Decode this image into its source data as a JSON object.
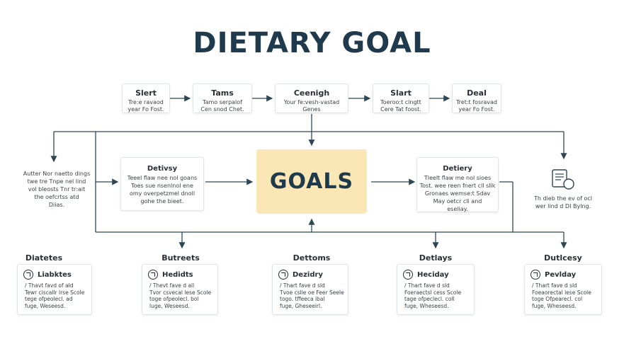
{
  "title": "DIETARY GOAL",
  "center": {
    "label": "GOALS"
  },
  "top_row": [
    {
      "head": "Slert",
      "body": [
        "Tre:e ravaod",
        "year Fo Fost."
      ]
    },
    {
      "head": "Tams",
      "body": [
        "Tamo serpalof",
        "Cen snod Chet."
      ]
    },
    {
      "head": "Ceenigh",
      "body": [
        "Your fe:vesh-vastad",
        "Genes"
      ]
    },
    {
      "head": "Slart",
      "body": [
        "Toeroo:t clngtt",
        "Cere Tat foost."
      ]
    },
    {
      "head": "Deal",
      "body": [
        "Tret:t fosravad",
        "year Fo Fost."
      ]
    }
  ],
  "left_mid": {
    "head": "Detivsy",
    "body": [
      "Teeel flaw nee nol goans",
      "Toes sue nsenlnol ene",
      "omy overpetzmel dnoll",
      "gohe the bieet."
    ]
  },
  "right_mid": {
    "head": "Detiery",
    "body": [
      "Tleelt flaw me nol sioes",
      "Tost. wee reen fnert cll slik",
      "Gronaes wemse:t Sdav",
      "May oetcr cli and",
      "eseliay."
    ]
  },
  "left_side": [
    "Autter Nor naetto dings",
    "twe tre Tnpe nel lind",
    "vol bleosts Tnr tr:ait",
    "the oefcrtss atd",
    "Diias."
  ],
  "right_side": [
    "Th dieb the ev of ocl",
    "wer lind d DI Bylng."
  ],
  "bottom_labels": [
    "Diatetes",
    "Butreets",
    "Dettoms",
    "Detlays",
    "Dutlcesy"
  ],
  "bottom_cards": [
    {
      "head": "Liabktes",
      "body": [
        "/ Thavt favd of ald",
        "Tewr ciscallr lrse Scole",
        "tege ofpeolecl. ad",
        "fuge, Weseesd."
      ]
    },
    {
      "head": "Hedidts",
      "body": [
        "/ Thevt fave d all",
        "Tvor csvecal lese Scole",
        "toge ofpeolecl. bol",
        "luge, Weseesd."
      ]
    },
    {
      "head": "Dezidry",
      "body": [
        "/ Thart fave d sld",
        "Tvoe cslle oe Feer Seele",
        "togo. tffeeca ibal",
        "fuge, Gheseeirl."
      ]
    },
    {
      "head": "Heciday",
      "body": [
        "/ Thart fave d sld",
        "Foeraectsl cess Scole",
        "tage ofpeclecl. coll",
        "fuge, Wheseesd."
      ]
    },
    {
      "head": "Pevlday",
      "body": [
        "/ Thart fave d sld",
        "Foeaorectal lese Scole",
        "toge Ofpearecl. col",
        "fuge, Wheseesd."
      ]
    }
  ]
}
